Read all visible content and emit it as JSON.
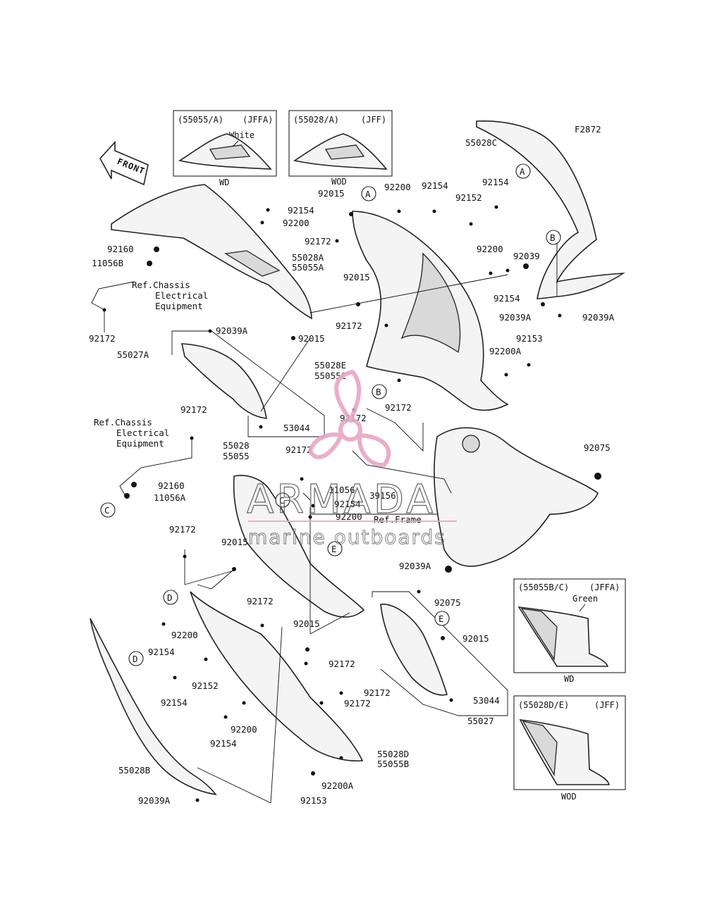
{
  "diagram_code": "F2872",
  "front_label": "FRONT",
  "watermark": {
    "brand": "ARMADA",
    "tagline": "marine outboards",
    "color": "#e8a6c4"
  },
  "insets": [
    {
      "code": "(55055/A)",
      "variant": "(JFFA)",
      "color_note": "White",
      "caption": "WD"
    },
    {
      "code": "(55028/A)",
      "variant": "(JFF)",
      "color_note": "",
      "caption": "WOD"
    },
    {
      "code": "(55055B/C)",
      "variant": "(JFFA)",
      "color_note": "Green",
      "caption": "WD"
    },
    {
      "code": "(55028D/E)",
      "variant": "(JFF)",
      "color_note": "",
      "caption": "WOD"
    }
  ],
  "refs": {
    "chassis_1": [
      "Ref.Chassis",
      "Electrical",
      "Equipment"
    ],
    "chassis_2": [
      "Ref.Chassis",
      "Electrical",
      "Equipment"
    ],
    "frame": "Ref.Frame"
  },
  "callouts": [
    "A",
    "B",
    "C",
    "D",
    "E"
  ],
  "labels": {
    "l55028C": "55028C",
    "l92015a": "92015",
    "l92200a": "92200",
    "l92154a": "92154",
    "l92154b": "92154",
    "l92152a": "92152",
    "l92154c": "92154",
    "l92200b": "92200",
    "l92172a": "92172",
    "l92160a": "92160",
    "l11056B": "11056B",
    "l55028A": "55028A",
    "l55055A": "55055A",
    "l92015b": "92015",
    "l92200c": "92200",
    "l92039a": "92039",
    "l92154d": "92154",
    "l92039A1": "92039A",
    "l92039A2": "92039A",
    "l92172b": "92172",
    "l92039A3": "92039A",
    "l92015c": "92015",
    "l92172c": "92172",
    "l55027A": "55027A",
    "l92153a": "92153",
    "l92200A1": "92200A",
    "l55028E": "55028E",
    "l55055C": "55055C",
    "l92172d": "92172",
    "l92172e": "92172",
    "l53044a": "53044",
    "l92172f": "92172",
    "l55028": "55028",
    "l55055": "55055",
    "l92172g": "92172",
    "l92075a": "92075",
    "l92160b": "92160",
    "l11056A": "11056A",
    "l11056": "11056",
    "l92154e": "92154",
    "l92200d": "92200",
    "l39156": "39156",
    "l92172h": "92172",
    "l92015d": "92015",
    "l92039A4": "92039A",
    "l92075b": "92075",
    "l92172i": "92172",
    "l92200e": "92200",
    "l92154f": "92154",
    "l92015e": "92015",
    "l92015f": "92015",
    "l92172j": "92172",
    "l92152b": "92152",
    "l92154g": "92154",
    "l92172k": "92172",
    "l92172l": "92172",
    "l53044b": "53044",
    "l92200f": "92200",
    "l92154h": "92154",
    "l55027": "55027",
    "l55028D": "55028D",
    "l55055B": "55055B",
    "l55028B": "55028B",
    "l92200A2": "92200A",
    "l92039A5": "92039A",
    "l92153b": "92153"
  }
}
